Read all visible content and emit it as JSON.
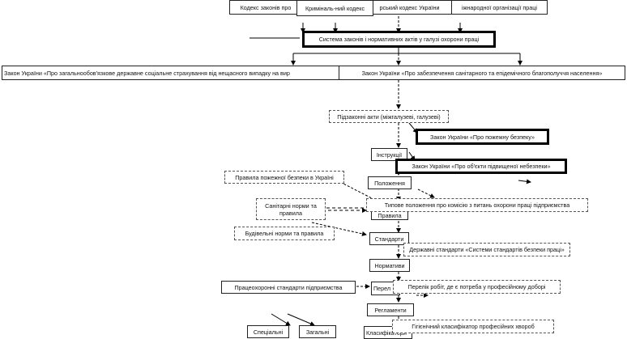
{
  "top_row": {
    "kodeks_zakoniv_pro": "Кодекс законів про",
    "kryminalnyi_kodeks": "Криміналь-ний кодекс",
    "kodeks_ukrainy": "рський кодекс України",
    "mizhnarodnoi_orhanizatsii": "іжнародної організації праці"
  },
  "system_box": "Система законів і нормативних актів у галузі охорони праці",
  "law_social_insurance": "Закон України «Про загальнообов'язкове державне соціальне страхування від нещасного випадку на вир",
  "law_sanitary": "Закон України «Про забезпечення санітарного та епідемічного благополуччя населення»",
  "subordinate_acts": "Підзаконні акти (міжгалузеві, галузеві)",
  "law_fire_safety": "Закон України «Про пожежну безпеку»",
  "instructions": "Інструкції",
  "law_high_danger": "Закон України «Про об'єкти підвищеної небезпеки»",
  "fire_rules": "Правила пожежної безпеки в Україні",
  "regulations_box": "Положення",
  "sanitary_norms": "Санітарні норми та правила",
  "typical_regulation": "Типове положення про комісію з питань охорони праці підприємства",
  "pravyla_fragment": "Правила",
  "building_norms": "Будівельні норми та правила",
  "standards": "Стандарти",
  "state_standards": "Державні стандарти «Системи стандартів безпеки праці»",
  "normatives": "Нормативи",
  "enterprise_standards": "Працеохоронні стандарти підприємства",
  "lists_fragment": "Перел",
  "works_list": "Перелік робіт, де є потреба у професійному доборі",
  "reglaments": "Регламенти",
  "hygienic_classifier": "Гігієнічний класифікатор професійних хвороб",
  "special": "Спеціальні",
  "general": "Загальні",
  "classifiers": "Класифікатори"
}
